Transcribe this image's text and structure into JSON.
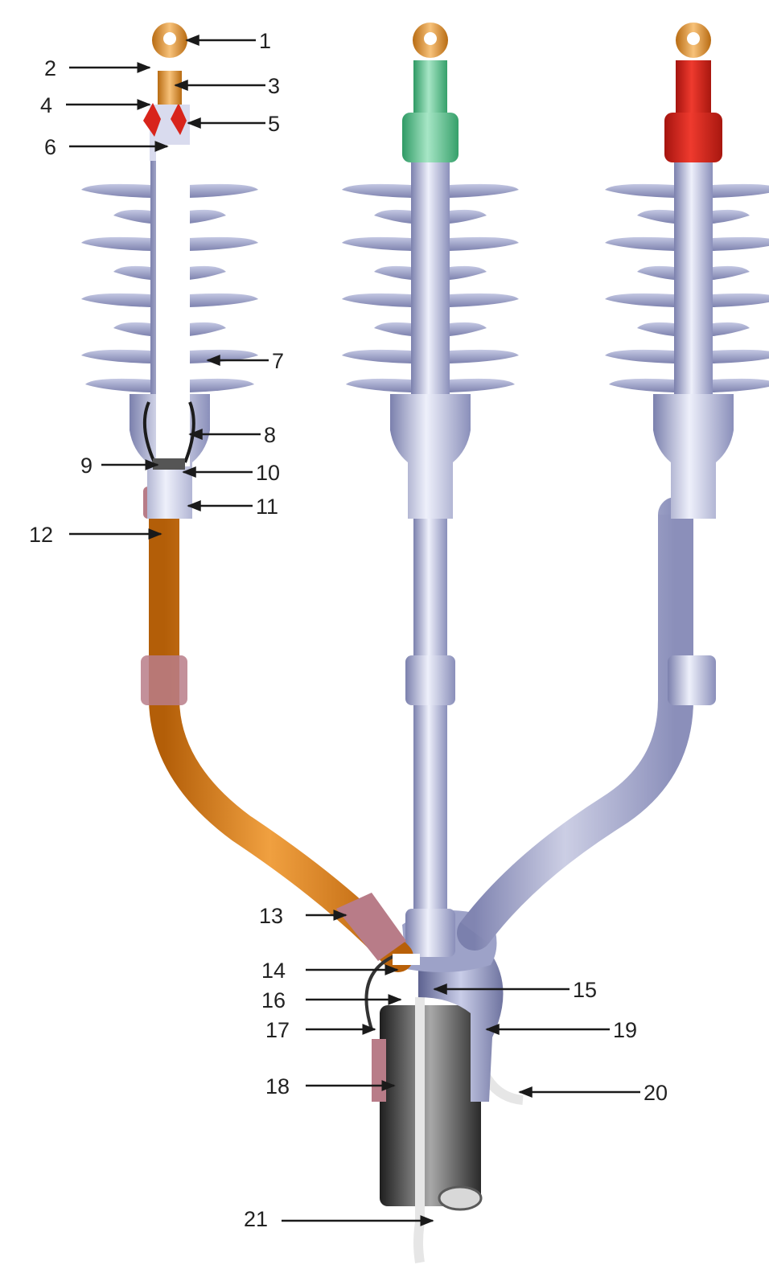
{
  "figure": {
    "callouts": [
      "1",
      "2",
      "3",
      "4",
      "5",
      "6",
      "7",
      "8",
      "9",
      "10",
      "11",
      "12",
      "13",
      "14",
      "15",
      "16",
      "17",
      "18",
      "19",
      "20",
      "21"
    ]
  },
  "colors": {
    "insulator_light": "#eef0fb",
    "insulator_mid": "#b9bddb",
    "insulator_dark": "#7b80ad",
    "core_orange": "#e2841a",
    "core_orange_dark": "#b35e08",
    "lug_orange": "#e39431",
    "cap_green": "#4fbf86",
    "cap_red": "#d8241b",
    "sleeve_pink": "#b87c88",
    "jacket_dark": "#3a3a3a",
    "jacket_light": "#9a9a9a",
    "arrow": "#1a1a1a"
  }
}
